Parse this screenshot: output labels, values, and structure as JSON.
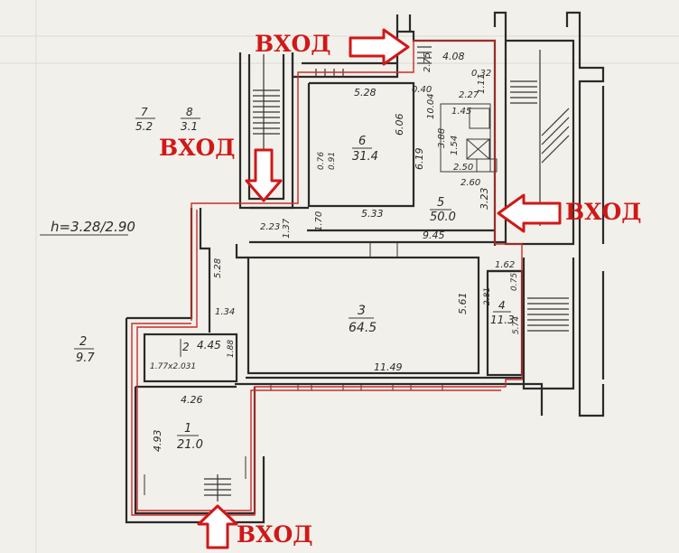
{
  "plan": {
    "height_note": "h=3.28/2.90",
    "outside_labels": [
      {
        "num": "7",
        "area": "5.2"
      },
      {
        "num": "8",
        "area": "3.1"
      },
      {
        "num": "2",
        "area": "9.7"
      }
    ],
    "rooms": [
      {
        "num": "1",
        "area": "21.0"
      },
      {
        "num": "2",
        "area": "4.45"
      },
      {
        "num": "3",
        "area": "64.5"
      },
      {
        "num": "4",
        "area": "11.3"
      },
      {
        "num": "5",
        "area": "50.0"
      },
      {
        "num": "6",
        "area": "31.4"
      }
    ],
    "dimensions": {
      "d_5_28_top": "5.28",
      "d_0_40": "0.40",
      "d_10_04": "10.04",
      "d_4_08": "4.08",
      "d_0_32": "0.32",
      "d_2_75": "2.75",
      "d_2_27": "2.27",
      "d_1_11": "1.11",
      "d_1_45": "1.45",
      "d_3_88": "3.88",
      "d_1_54": "1.54",
      "d_2_50": "2.50",
      "d_2_60": "2.60",
      "d_6_06": "6.06",
      "d_6_19": "6.19",
      "d_0_76": "0.76",
      "d_0_91": "0.91",
      "d_5_33": "5.33",
      "d_3_23": "3.23",
      "d_2_23": "2.23",
      "d_1_37": "1.37",
      "d_1_70": "1.70",
      "d_9_45": "9.45",
      "d_5_28_left": "5.28",
      "d_1_34": "1.34",
      "d_1_88": "1.88",
      "d_1_77": "1.77x2.031",
      "d_5_61": "5.61",
      "d_11_49": "11.49",
      "d_1_62": "1.62",
      "d_0_75": "0.75",
      "d_2_81": "2.81",
      "d_5_74": "5.74",
      "d_4_26": "4.26",
      "d_4_93": "4.93"
    },
    "entrances": {
      "top": "ВХОД",
      "left": "ВХОД",
      "right": "ВХОД",
      "bottom": "ВХОД"
    },
    "colors": {
      "background": "#f1f0ea",
      "walls": "#2a2a2a",
      "red_outline": "#cc2a2a",
      "entry_text": "#d01818"
    }
  }
}
